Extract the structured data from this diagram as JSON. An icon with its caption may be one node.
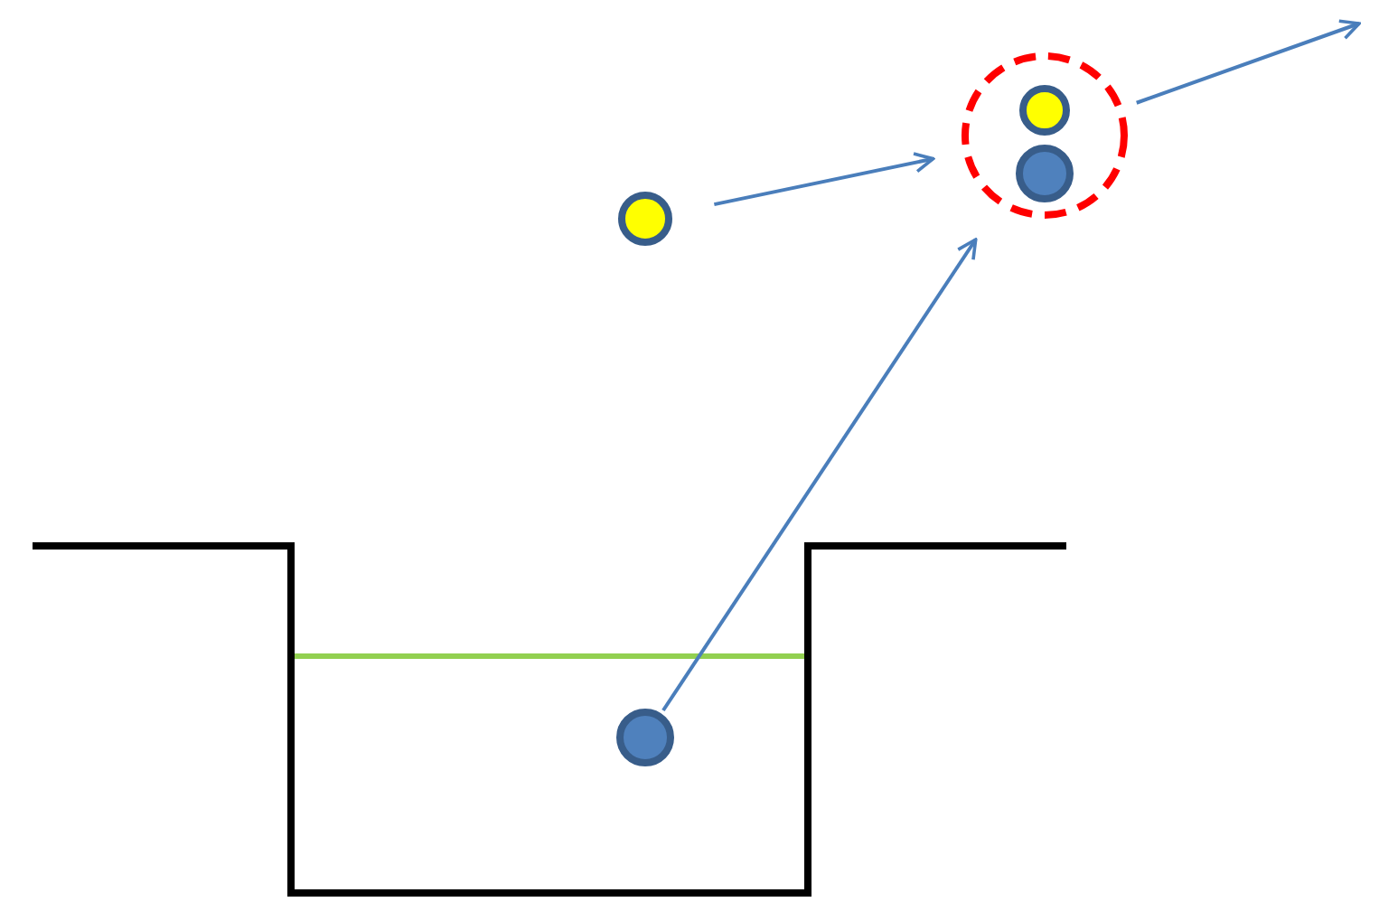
{
  "diagram": {
    "nodes": [
      {
        "text": [],
        "shape": "circle"
      },
      {
        "text": [],
        "shape": "circle",
        "in": 0
      },
      {
        "text": [],
        "shape": "circle",
        "in": 0
      },
      {
        "text": [],
        "shape": "circle"
      },
      {
        "text": [],
        "shape": "circle"
      }
    ],
    "edges": [
      {
        "from": 3,
        "to": 0,
        "arrow": "to"
      },
      {
        "from": 4,
        "to": 0,
        "arrow": "to"
      },
      {
        "from": 0,
        "to": null,
        "arrow": "to"
      }
    ]
  }
}
